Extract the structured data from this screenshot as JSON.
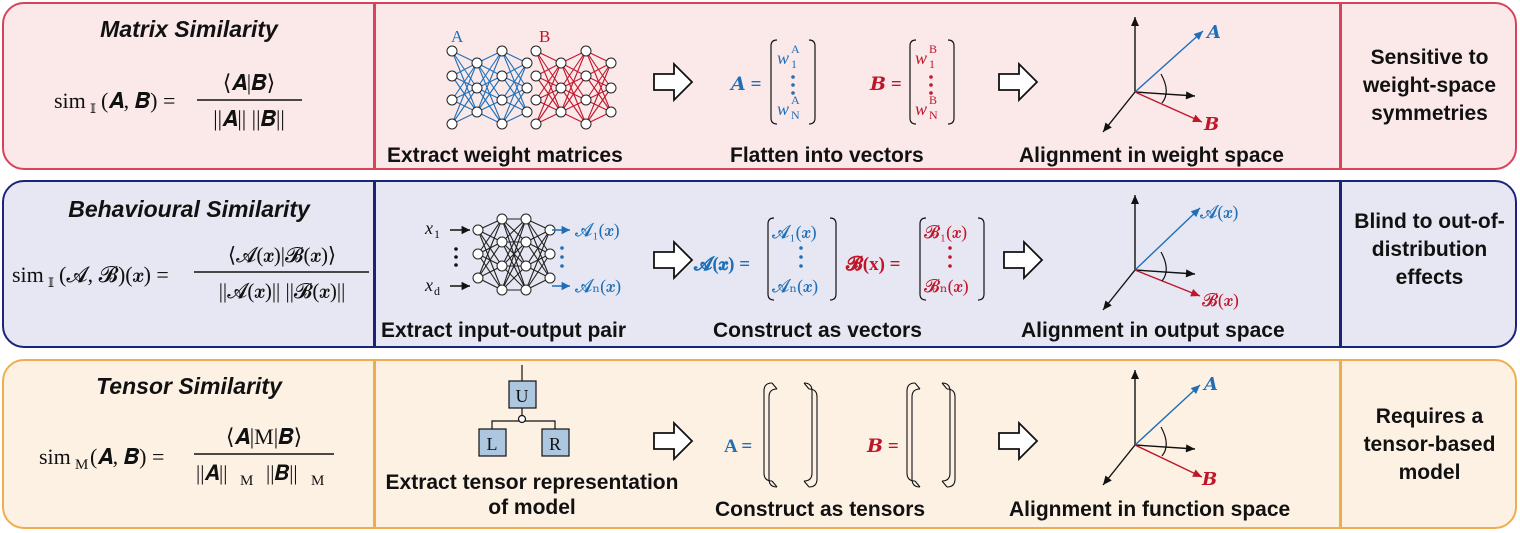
{
  "rows": [
    {
      "title": "Matrix Similarity",
      "formula": {
        "lhs_prefix": "sim",
        "lhs_sub": "𝕀",
        "lhs_args": "(𝑨, 𝑩) =",
        "numerator": "⟨𝑨|𝑩⟩",
        "denominator": "||𝑨|| ||𝑩||"
      },
      "net_labels": [
        "A",
        "B"
      ],
      "vec_a_label": "𝑨 =",
      "vec_b_label": "𝑩 =",
      "vec_a_top": "w",
      "vec_a_top_sub": "1",
      "vec_a_top_sup": "A",
      "vec_a_bottom_sub": "N",
      "vec_b_top_sup": "B",
      "axis_labels": [
        "𝑨",
        "𝑩"
      ],
      "captions": [
        "Extract weight matrices",
        "Flatten into vectors",
        "Alignment in weight space"
      ],
      "note": "Sensitive to weight-space symmetries"
    },
    {
      "title": "Behavioural Similarity",
      "formula": {
        "lhs_prefix": "sim",
        "lhs_sub": "𝕀",
        "lhs_args": "(𝓐, 𝓑)(𝒙) =",
        "numerator": "⟨𝓐(𝒙)|𝓑(𝒙)⟩",
        "denominator": "||𝓐(𝒙)|| ||𝓑(𝒙)||"
      },
      "inputs": [
        "x₁",
        "x_d"
      ],
      "input_sub_1": "1",
      "input_sub_d": "d",
      "outputs": [
        "𝓐₁(𝒙)",
        "𝓐ₙ(𝒙)"
      ],
      "vec_a_label": "𝓐(𝒙) =",
      "vec_b_label": "𝓑(x) =",
      "vec_a_entries": [
        "𝓐₁(𝒙)",
        "𝓐ₙ(𝒙)"
      ],
      "vec_b_entries": [
        "𝓑₁(𝒙)",
        "𝓑ₙ(𝒙)"
      ],
      "axis_labels": [
        "𝓐(𝒙)",
        "𝓑(𝒙)"
      ],
      "captions": [
        "Extract input-output pair",
        "Construct as vectors",
        "Alignment in output space"
      ],
      "note": "Blind to out-of-distribution effects"
    },
    {
      "title": "Tensor Similarity",
      "formula": {
        "lhs_prefix": "sim",
        "lhs_sub": "M",
        "lhs_args": "(𝑨, 𝑩) =",
        "numerator": "⟨𝑨|M|𝑩⟩",
        "denominator": "||𝑨||",
        "denominator_sub": "M",
        "denominator_b": "||𝑩||",
        "denominator_b_sub": "M"
      },
      "tensor_nodes": [
        "U",
        "L",
        "R"
      ],
      "vec_a_label": "A =",
      "vec_b_label": "𝑩 =",
      "axis_labels": [
        "𝑨",
        "𝑩"
      ],
      "captions": [
        "Extract tensor representation of model",
        "Construct as tensors",
        "Alignment in function space"
      ],
      "note": "Requires a tensor-based model"
    }
  ],
  "colors": {
    "blue": "#1f6fb8",
    "red": "#c0162a",
    "row1_border": "#d8435a",
    "row2_border": "#1b237a",
    "row3_border": "#f0ad4e"
  }
}
